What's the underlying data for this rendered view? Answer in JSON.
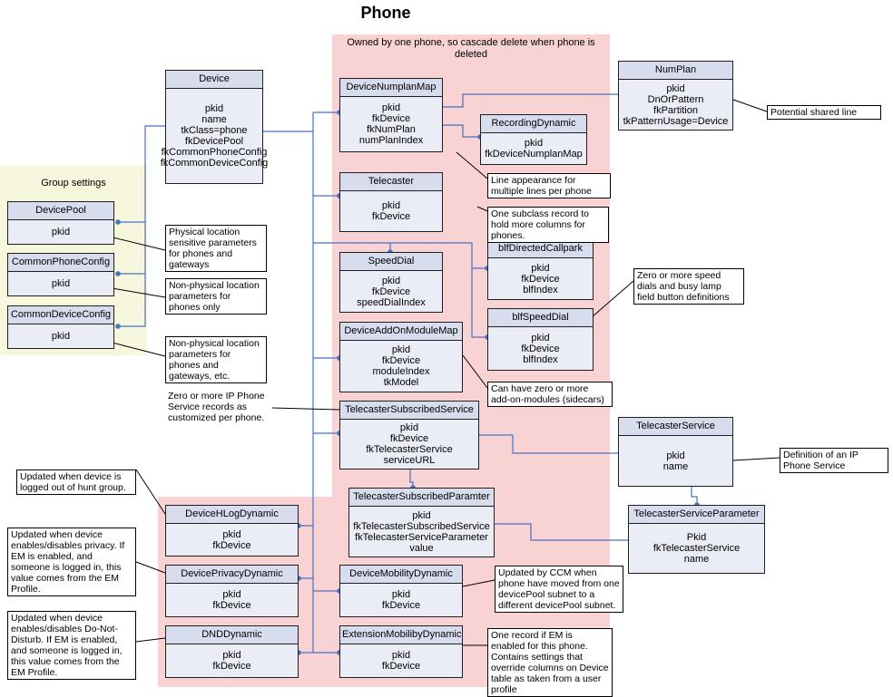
{
  "title": "Phone",
  "colors": {
    "group_settings_bg": "#f7f7dd",
    "owned_region_bg": "#f9d3d3",
    "entity_fill": "#eaedf5",
    "entity_header": "#d8dded",
    "connector": "#4472c4"
  },
  "regions": {
    "group_settings": "Group settings",
    "owned": "Owned by one phone, so cascade delete when phone is deleted"
  },
  "entities": {
    "device": {
      "name": "Device",
      "fields": [
        "pkid",
        "name",
        "tkClass=phone",
        "fkDevicePool",
        "fkCommonPhoneConfig",
        "fkCommonDeviceConfig"
      ]
    },
    "device_pool": {
      "name": "DevicePool",
      "fields": [
        "pkid"
      ]
    },
    "common_phone_config": {
      "name": "CommonPhoneConfig",
      "fields": [
        "pkid"
      ]
    },
    "common_device_config": {
      "name": "CommonDeviceConfig",
      "fields": [
        "pkid"
      ]
    },
    "device_numplan_map": {
      "name": "DeviceNumplanMap",
      "fields": [
        "pkid",
        "fkDevice",
        "fkNumPlan",
        "numPlanIndex"
      ]
    },
    "recording_dynamic": {
      "name": "RecordingDynamic",
      "fields": [
        "pkid",
        "fkDeviceNumplanMap"
      ]
    },
    "numplan": {
      "name": "NumPlan",
      "fields": [
        "pkid",
        "DnOrPattern",
        "fkPartition",
        "tkPatternUsage=Device"
      ]
    },
    "telecaster": {
      "name": "Telecaster",
      "fields": [
        "pkid",
        "fkDevice"
      ]
    },
    "speed_dial": {
      "name": "SpeedDial",
      "fields": [
        "pkid",
        "fkDevice",
        "speedDialIndex"
      ]
    },
    "blf_directed_callpark": {
      "name": "blfDirectedCallpark",
      "fields": [
        "pkid",
        "fkDevice",
        "blfIndex"
      ]
    },
    "blf_speed_dial": {
      "name": "blfSpeedDial",
      "fields": [
        "pkid",
        "fkDevice",
        "blfIndex"
      ]
    },
    "device_addon_module_map": {
      "name": "DeviceAddOnModuleMap",
      "fields": [
        "pkid",
        "fkDevice",
        "moduleIndex",
        "tkModel"
      ]
    },
    "telecaster_subscribed_service": {
      "name": "TelecasterSubscribedService",
      "fields": [
        "pkid",
        "fkDevice",
        "fkTelecasterService",
        "serviceURL"
      ]
    },
    "telecaster_service": {
      "name": "TelecasterService",
      "fields": [
        "pkid",
        "name"
      ]
    },
    "telecaster_subscribed_paramter": {
      "name": "TelecasterSubscribedParamter",
      "fields": [
        "pkid",
        "fkTelecasterSubscribedService",
        "fkTelecasterServiceParameter",
        "value"
      ]
    },
    "telecaster_service_parameter": {
      "name": "TelecasterServiceParameter",
      "fields": [
        "Pkid",
        "fkTelecasterService",
        "name"
      ]
    },
    "device_hlog_dynamic": {
      "name": "DeviceHLogDynamic",
      "fields": [
        "pkid",
        "fkDevice"
      ]
    },
    "device_privacy_dynamic": {
      "name": "DevicePrivacyDynamic",
      "fields": [
        "pkid",
        "fkDevice"
      ]
    },
    "dnd_dynamic": {
      "name": "DNDDynamic",
      "fields": [
        "pkid",
        "fkDevice"
      ]
    },
    "device_mobility_dynamic": {
      "name": "DeviceMobilityDynamic",
      "fields": [
        "pkid",
        "fkDevice"
      ]
    },
    "extension_mobility_dynamic": {
      "name": "ExtensionMobilibyDynamic",
      "fields": [
        "pkid",
        "fkDevice"
      ]
    }
  },
  "notes": {
    "potential_shared_line": "Potential shared line",
    "line_appearance": "Line appearance for multiple lines per phone",
    "subclass_record": "One subclass record to hold more columns for phones.",
    "physical_location": "Physical location sensitive parameters for phones and gateways",
    "non_physical_phones": "Non-physical location parameters for phones only",
    "non_physical_gateways": "Non-physical location parameters for phones and gateways, etc.",
    "speed_dials_blf": "Zero or more speed dials and busy lamp field button definitions",
    "addon_modules": "Can have zero or more add-on-modules (sidecars)",
    "ip_phone_service_records": "Zero or more IP Phone Service records as customized per phone.",
    "ip_phone_service_def": "Definition of an IP Phone Service",
    "hunt_group": "Updated when device is logged out of hunt group.",
    "privacy": "Updated when device enables/disables privacy. If EM is enabled, and someone is logged in, this value comes from the EM Profile.",
    "dnd": "Updated when device enables/disables Do-Not-Disturb.  If EM is enabled, and someone is logged in, this value comes from the EM Profile.",
    "device_mobility": "Updated by CCM when phone have moved from one devicePool subnet to a different devicePool subnet.",
    "extension_mobility": "One record if EM is enabled for this phone. Contains settings that override columns on Device table as taken from a user profile"
  }
}
